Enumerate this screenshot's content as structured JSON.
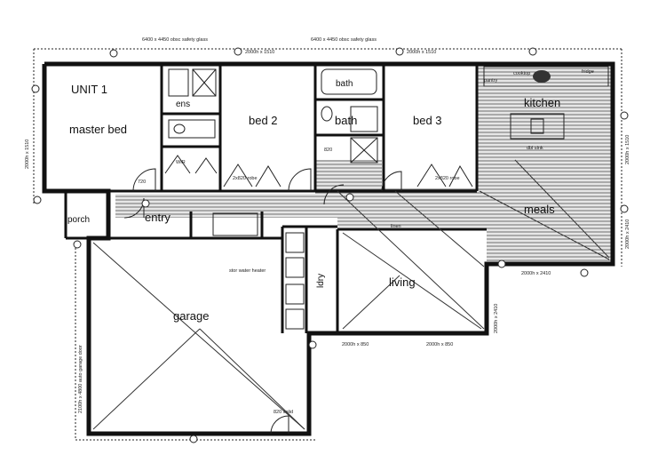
{
  "rooms": {
    "unit": "UNIT 1",
    "master_bed": "master bed",
    "bed2": "bed 2",
    "bed3": "bed 3",
    "bath": "bath",
    "kitchen": "kitchen",
    "meals": "meals",
    "entry": "entry",
    "porch": "porch",
    "garage": "garage",
    "living": "living",
    "ldry": "ldry",
    "ens": "ens",
    "bath_tub": "bath"
  },
  "dimensions": {
    "window_master_top": "6400 x 4450 obsc safety glass",
    "window_bed2_top": "2000h x 1510",
    "window_bath_top": "6400 x 4450 obsc safety glass",
    "window_bed3_top": "2000h x 1510",
    "window_master_left": "2000h x 1510",
    "window_kitchen_right": "2000h x 1510",
    "window_meals_right": "2000h x 2410",
    "window_meals_bottom": "2000h x 2410",
    "window_living_right": "2000h x 2410",
    "window_living_bottom_left": "2000h x 850",
    "window_living_bottom_right": "2000h x 850",
    "window_garage_left": "2100h x 4800 auto garage door",
    "robe_bed2": "2x820 robe",
    "robe_bed3": "2x820 robe",
    "wir_label": "WIR",
    "door_820": "820",
    "door_720": "720",
    "linen": "linen",
    "door_garage": "820 solid",
    "sink_label": "dbl sink",
    "fridge_label": "fridge",
    "hw_label": "stor water heater",
    "pantry": "pantry",
    "cooktop": "cooktop"
  }
}
